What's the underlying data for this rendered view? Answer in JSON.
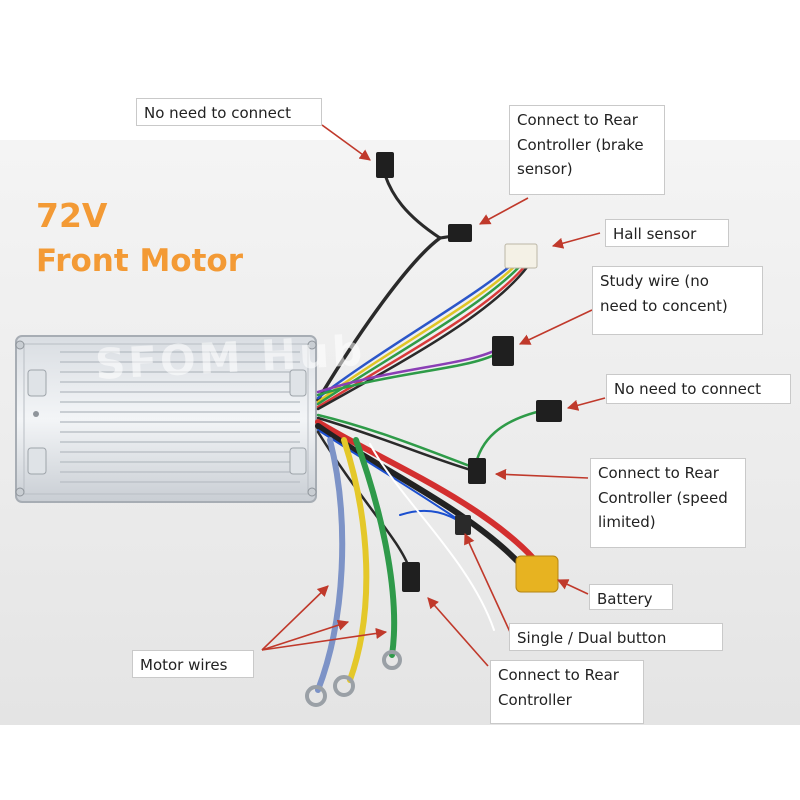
{
  "title": {
    "voltage": "72V",
    "subtitle": "Front Motor"
  },
  "watermark": "SFOM   Hub",
  "labels": {
    "no_need_top": "No need to connect",
    "rear_brake": "Connect to Rear\nController (brake\nsensor)",
    "hall_sensor": "Hall sensor",
    "study_wire": "Study wire (no\nneed to concent)",
    "no_need_mid": "No need to connect",
    "rear_speed": "Connect to Rear\nController (speed\nlimited)",
    "battery": "Battery",
    "button": "Single / Dual button",
    "motor_wires": "Motor wires",
    "rear_controller": "Connect to Rear\nController"
  },
  "colors": {
    "title": "#f39a35",
    "arrow": "#c0392b"
  }
}
